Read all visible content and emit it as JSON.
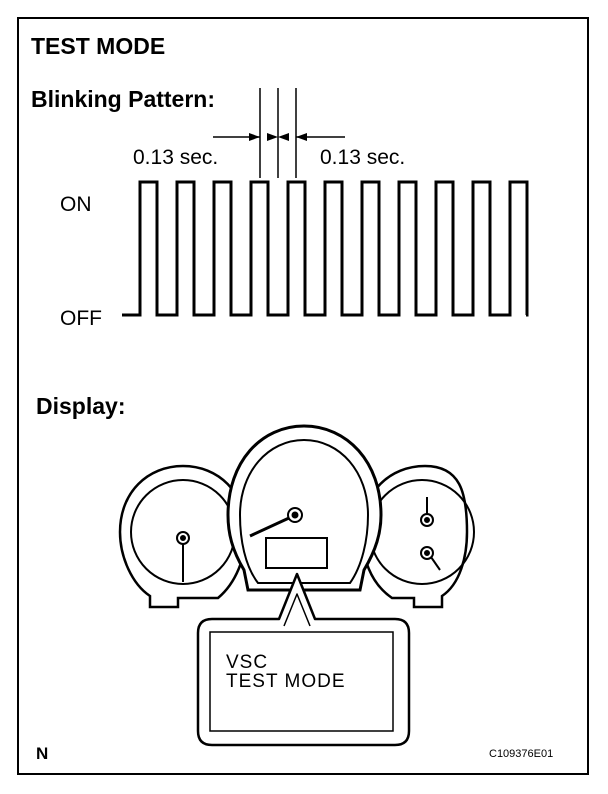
{
  "header": {
    "title": "TEST MODE"
  },
  "blinking_pattern": {
    "heading": "Blinking Pattern:",
    "time_on_label": "0.13 sec.",
    "time_off_label": "0.13 sec.",
    "level_high_label": "ON",
    "level_low_label": "OFF",
    "pulse_count": 11
  },
  "display": {
    "heading": "Display:",
    "lcd_line1": "VSC",
    "lcd_line2": "TEST  MODE"
  },
  "footer": {
    "corner_letter": "N",
    "figure_code": "C109376E01"
  },
  "colors": {
    "ink": "#000000",
    "background": "#ffffff"
  }
}
